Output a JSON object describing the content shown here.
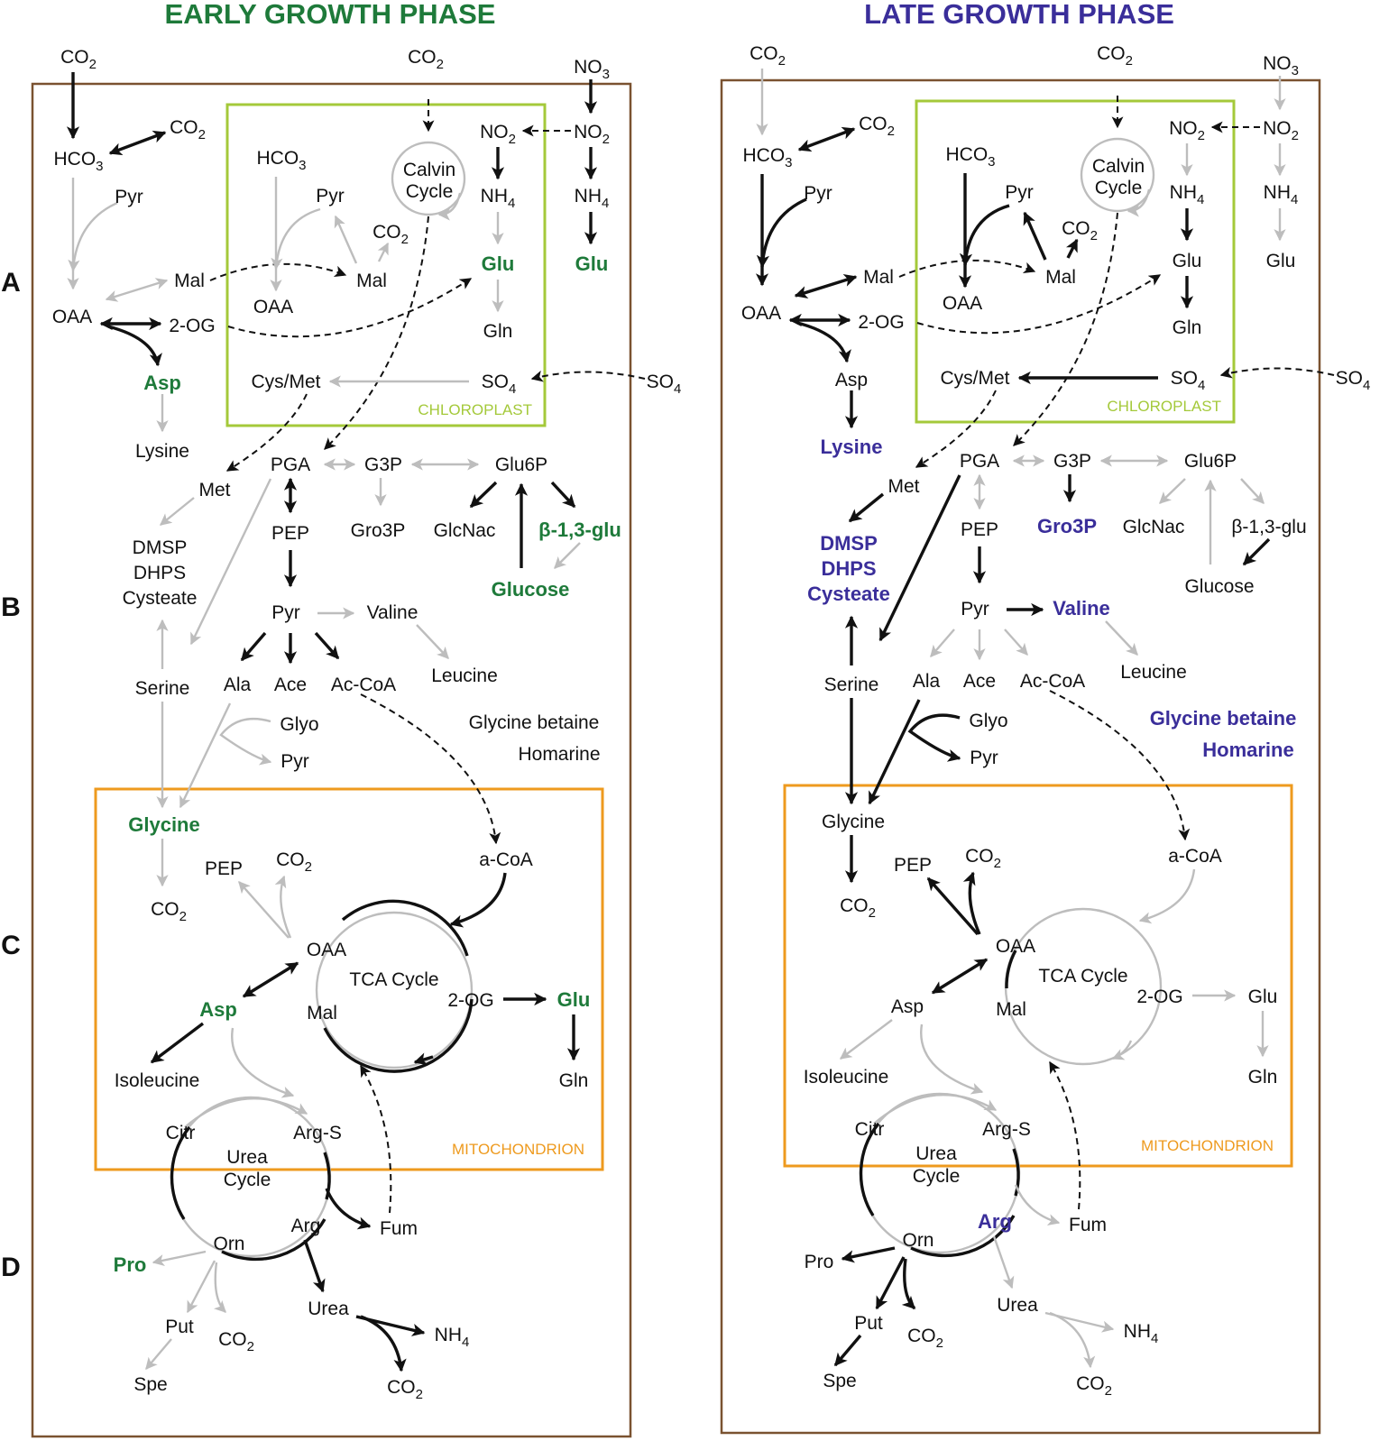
{
  "titles": {
    "early": "EARLY GROWTH PHASE",
    "late": "LATE GROWTH PHASE"
  },
  "rows": [
    "A",
    "B",
    "C",
    "D"
  ],
  "compartments": {
    "chloroplast": "CHLOROPLAST",
    "mitochondrion": "MITOCHONDRION"
  },
  "colors": {
    "early": "#1e7a3a",
    "late": "#3a2e9a",
    "cell_border": "#7a5230",
    "chloroplast": "#a4c93a",
    "mitochondrion": "#ee9a1e",
    "low_flux": "#bdbdbd",
    "high_flux": "#111111"
  },
  "early": {
    "co2_left": "CO",
    "co2_mid": "CO",
    "no3": "NO",
    "hco3": "HCO",
    "co2_hco3": "CO",
    "pyr_left": "Pyr",
    "hco3_cp": "HCO",
    "pyr_cp": "Pyr",
    "calvin1": "Calvin",
    "calvin2": "Cycle",
    "no2_cp": "NO",
    "no2_out": "NO",
    "nh4_cp": "NH",
    "nh4_out": "NH",
    "co2_cp": "CO",
    "mal_left": "Mal",
    "mal_cp": "Mal",
    "glu_cp": "Glu",
    "glu_out": "Glu",
    "oaa_left": "OAA",
    "oaa_cp": "OAA",
    "og_left": "2-OG",
    "gln_cp": "Gln",
    "asp_top": "Asp",
    "cysmet": "Cys/Met",
    "so4_cp": "SO",
    "so4_out": "SO",
    "lysine": "Lysine",
    "pga": "PGA",
    "g3p": "G3P",
    "glu6p": "Glu6P",
    "met": "Met",
    "pep": "PEP",
    "gro3p": "Gro3P",
    "glcnac": "GlcNac",
    "b13glu": "β-1,3-glu",
    "dmsp": "DMSP",
    "dhps": "DHPS",
    "cysteate": "Cysteate",
    "glucose": "Glucose",
    "pyr_mid": "Pyr",
    "valine": "Valine",
    "leucine": "Leucine",
    "serine": "Serine",
    "ala": "Ala",
    "ace": "Ace",
    "accoa": "Ac-CoA",
    "glyo": "Glyo",
    "pyr_low": "Pyr",
    "glybet": "Glycine betaine",
    "homarine": "Homarine",
    "glycine": "Glycine",
    "acoa": "a-CoA",
    "pep_mt": "PEP",
    "co2_mt": "CO",
    "co2_gly": "CO",
    "oaa_mt": "OAA",
    "tca": "TCA Cycle",
    "mal_mt": "Mal",
    "og_mt": "2-OG",
    "glu_mt": "Glu",
    "asp_mt": "Asp",
    "isoleucine": "Isoleucine",
    "gln_mt": "Gln",
    "citr": "Citr",
    "urea1": "Urea",
    "urea2": "Cycle",
    "args": "Arg-S",
    "orn": "Orn",
    "arg": "Arg",
    "fum": "Fum",
    "pro": "Pro",
    "put": "Put",
    "co2_orn": "CO",
    "urea_out": "Urea",
    "nh4_urea": "NH",
    "spe": "Spe",
    "co2_urea": "CO"
  },
  "late": {
    "co2_left": "CO",
    "co2_mid": "CO",
    "no3": "NO",
    "hco3": "HCO",
    "co2_hco3": "CO",
    "pyr_left": "Pyr",
    "hco3_cp": "HCO",
    "pyr_cp": "Pyr",
    "calvin1": "Calvin",
    "calvin2": "Cycle",
    "no2_cp": "NO",
    "no2_out": "NO",
    "nh4_cp": "NH",
    "nh4_out": "NH",
    "co2_cp": "CO",
    "mal_left": "Mal",
    "mal_cp": "Mal",
    "glu_cp": "Glu",
    "glu_out": "Glu",
    "oaa_left": "OAA",
    "oaa_cp": "OAA",
    "og_left": "2-OG",
    "gln_cp": "Gln",
    "asp_top": "Asp",
    "cysmet": "Cys/Met",
    "so4_cp": "SO",
    "so4_out": "SO",
    "lysine": "Lysine",
    "pga": "PGA",
    "g3p": "G3P",
    "glu6p": "Glu6P",
    "met": "Met",
    "pep": "PEP",
    "gro3p": "Gro3P",
    "glcnac": "GlcNac",
    "b13glu": "β-1,3-glu",
    "dmsp": "DMSP",
    "dhps": "DHPS",
    "cysteate": "Cysteate",
    "glucose": "Glucose",
    "pyr_mid": "Pyr",
    "valine": "Valine",
    "leucine": "Leucine",
    "serine": "Serine",
    "ala": "Ala",
    "ace": "Ace",
    "accoa": "Ac-CoA",
    "glyo": "Glyo",
    "pyr_low": "Pyr",
    "glybet": "Glycine betaine",
    "homarine": "Homarine",
    "glycine": "Glycine",
    "acoa": "a-CoA",
    "pep_mt": "PEP",
    "co2_mt": "CO",
    "co2_gly": "CO",
    "oaa_mt": "OAA",
    "tca": "TCA Cycle",
    "mal_mt": "Mal",
    "og_mt": "2-OG",
    "glu_mt": "Glu",
    "asp_mt": "Asp",
    "isoleucine": "Isoleucine",
    "gln_mt": "Gln",
    "citr": "Citr",
    "urea1": "Urea",
    "urea2": "Cycle",
    "args": "Arg-S",
    "orn": "Orn",
    "arg": "Arg",
    "fum": "Fum",
    "pro": "Pro",
    "put": "Put",
    "co2_orn": "CO",
    "urea_out": "Urea",
    "nh4_urea": "NH",
    "spe": "Spe",
    "co2_urea": "CO"
  }
}
